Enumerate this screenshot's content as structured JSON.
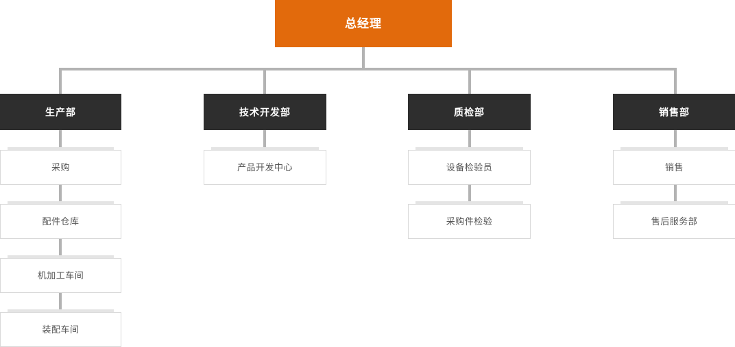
{
  "chart_title": "",
  "colors": {
    "root_bg": "#e26a0c",
    "root_text": "#ffffff",
    "dept_bg": "#2e2e2e",
    "dept_text": "#ffffff",
    "child_bg": "#ffffff",
    "child_border": "#d9d9d9",
    "child_text": "#555555",
    "connector": "#b3b3b3",
    "page_bg": "#ffffff"
  },
  "org": {
    "root": {
      "label": "总经理"
    },
    "departments": [
      {
        "label": "生产部",
        "children": [
          {
            "label": "采购"
          },
          {
            "label": "配件仓库"
          },
          {
            "label": "机加工车间"
          },
          {
            "label": "装配车间"
          }
        ]
      },
      {
        "label": "技术开发部",
        "children": [
          {
            "label": "产品开发中心"
          }
        ]
      },
      {
        "label": "质检部",
        "children": [
          {
            "label": "设备检验员"
          },
          {
            "label": "采购件检验"
          }
        ]
      },
      {
        "label": "销售部",
        "children": [
          {
            "label": "销售"
          },
          {
            "label": "售后服务部"
          }
        ]
      }
    ]
  }
}
